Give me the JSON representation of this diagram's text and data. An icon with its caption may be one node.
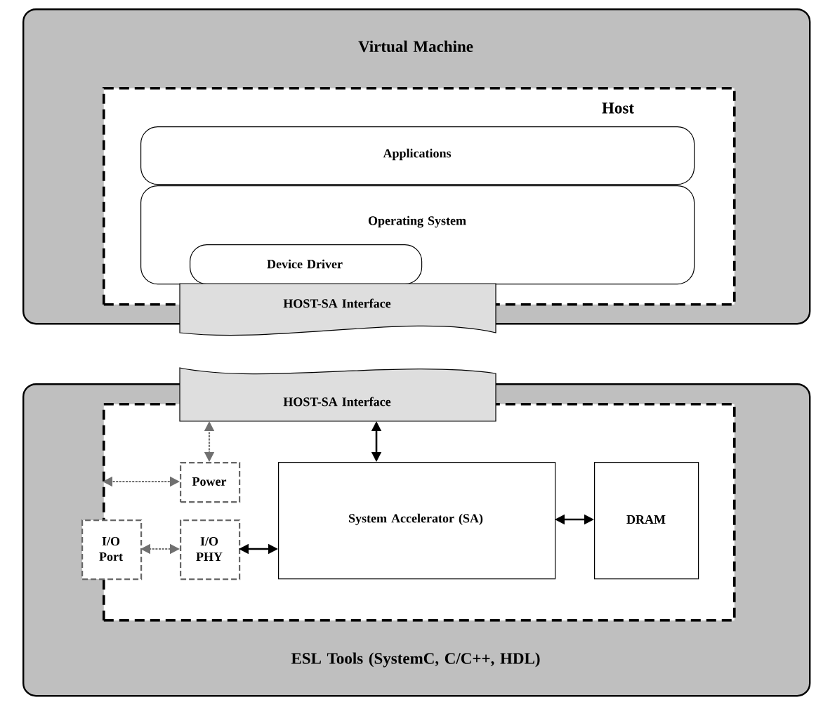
{
  "diagram": {
    "nodes": [
      {
        "text": [
          "Virtual Machine"
        ]
      },
      {
        "text": [
          "Host"
        ],
        "in": 0
      },
      {
        "text": [
          "Applications"
        ],
        "in": 1
      },
      {
        "text": [
          "Operating System"
        ],
        "in": 1
      },
      {
        "text": [
          "Device Driver"
        ],
        "in": 3
      },
      {
        "text": [
          "HOST-SA Interface"
        ]
      },
      {
        "text": [
          "ESL Tools (SystemC, C/C++, HDL)"
        ]
      },
      {
        "text": [],
        "shape": "box",
        "in": 6
      },
      {
        "text": [
          "HOST-SA Interface"
        ]
      },
      {
        "text": [
          "Power"
        ],
        "in": 7
      },
      {
        "text": [
          "I/O Port"
        ],
        "in": 6
      },
      {
        "text": [
          "I/O PHY"
        ],
        "in": 7
      },
      {
        "text": [
          "System Accelerator (SA)"
        ],
        "in": 7
      },
      {
        "text": [
          "DRAM"
        ],
        "in": 7
      }
    ],
    "edges": [
      {
        "from": 8,
        "to": 9,
        "arrow": "both",
        "style": "dashed",
        "color": "#707070"
      },
      {
        "from": 7,
        "to": 9,
        "arrow": "both",
        "style": "dashed",
        "color": "#707070"
      },
      {
        "from": 10,
        "to": 11,
        "arrow": "both",
        "style": "dashed",
        "color": "#707070"
      },
      {
        "from": 11,
        "to": 12,
        "arrow": "both",
        "color": "#000000"
      },
      {
        "from": 8,
        "to": 12,
        "arrow": "both",
        "color": "#000000"
      },
      {
        "from": 12,
        "to": 13,
        "arrow": "both",
        "color": "#000000"
      }
    ]
  }
}
